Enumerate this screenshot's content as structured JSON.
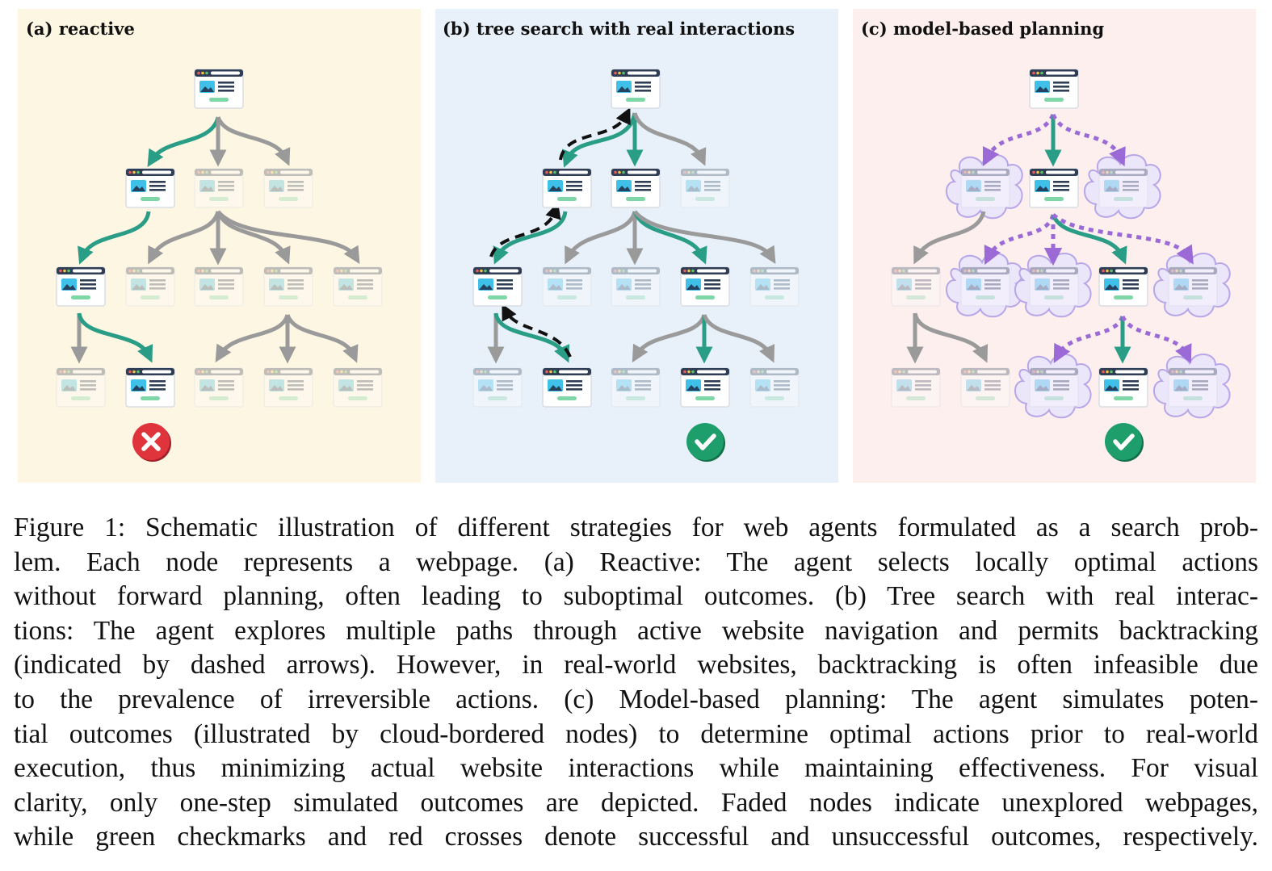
{
  "figure": {
    "panels": [
      {
        "id": "a",
        "title": "(a) reactive",
        "background": "#fdf6e3",
        "outcome": "cross"
      },
      {
        "id": "b",
        "title": "(b) tree search with real interactions",
        "background": "#e8f1fa",
        "outcome": "check"
      },
      {
        "id": "c",
        "title": "(c) model-based planning",
        "background": "#fcefee",
        "outcome": "check"
      }
    ],
    "colors": {
      "active_arrow": "#2a9d86",
      "inactive_arrow": "#9a9a9a",
      "backtrack_arrow": "#111111",
      "simulated_arrow": "#9b6ad6",
      "cloud_fill": "#ece6fb",
      "cloud_stroke": "#b7a6e8",
      "check": "#1e9e6a",
      "cross": "#e0343c"
    },
    "icons": {
      "node": "webpage-icon",
      "success": "check-circle-icon",
      "failure": "cross-circle-icon"
    }
  },
  "caption": {
    "lines": [
      "Figure 1: Schematic illustration of different strategies for web agents formulated as a search prob-",
      "lem.  Each node represents a webpage.  (a) Reactive: The agent selects locally optimal actions",
      "without forward planning, often leading to suboptimal outcomes. (b) Tree search with real interac-",
      "tions: The agent explores multiple paths through active website navigation and permits backtracking",
      "(indicated by dashed arrows). However, in real-world websites, backtracking is often infeasible due",
      "to the prevalence of irreversible actions.  (c) Model-based planning: The agent simulates poten-",
      "tial outcomes (illustrated by cloud-bordered nodes) to determine optimal actions prior to real-world",
      "execution, thus minimizing actual website interactions while maintaining effectiveness. For visual",
      "clarity, only one-step simulated outcomes are depicted. Faded nodes indicate unexplored webpages,",
      "while green checkmarks and red crosses denote successful and unsuccessful outcomes, respectively."
    ]
  }
}
